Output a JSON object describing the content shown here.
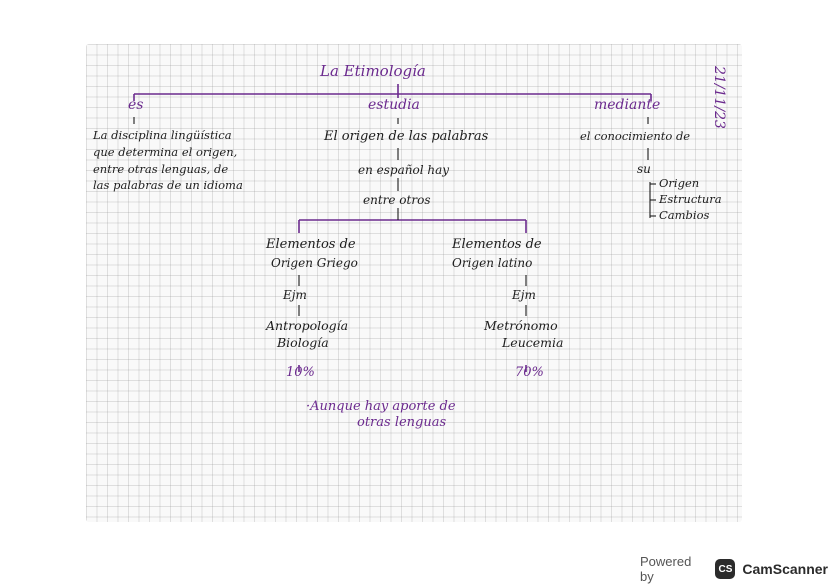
{
  "title": "La   Etimología",
  "date": "21/11/23",
  "branches": {
    "es": {
      "label": "es",
      "text": [
        "La disciplina lingüística",
        "que determina el origen,",
        "entre otras lenguas, de",
        "las palabras de un idioma"
      ]
    },
    "estudia": {
      "label": "estudia",
      "text": "El origen de las palabras",
      "sub1": "en español hay",
      "sub2": "entre otros"
    },
    "mediante": {
      "label": "mediante",
      "text": "el conocimiento de",
      "su": "su",
      "items": [
        "Origen",
        "Estructura",
        "Cambios"
      ]
    }
  },
  "griego": {
    "title1": "Elementos de",
    "title2": "Origen Griego",
    "ejm": "Ejm",
    "ex1": "Antropología",
    "ex2": "Biología",
    "pct": "10%"
  },
  "latino": {
    "title1": "Elementos de",
    "title2": "Origen    latino",
    "ejm": "Ejm",
    "ex1": "Metrónomo",
    "ex2": "Leucemia",
    "pct": "70%"
  },
  "note": [
    "·Aunque   hay aporte de",
    "otras  lenguas"
  ],
  "footer": {
    "powered": "Powered by",
    "logo": "CS",
    "brand": "CamScanner"
  },
  "colors": {
    "ink_purple": "#6b2a8e",
    "ink_black": "#1c1c1c"
  }
}
